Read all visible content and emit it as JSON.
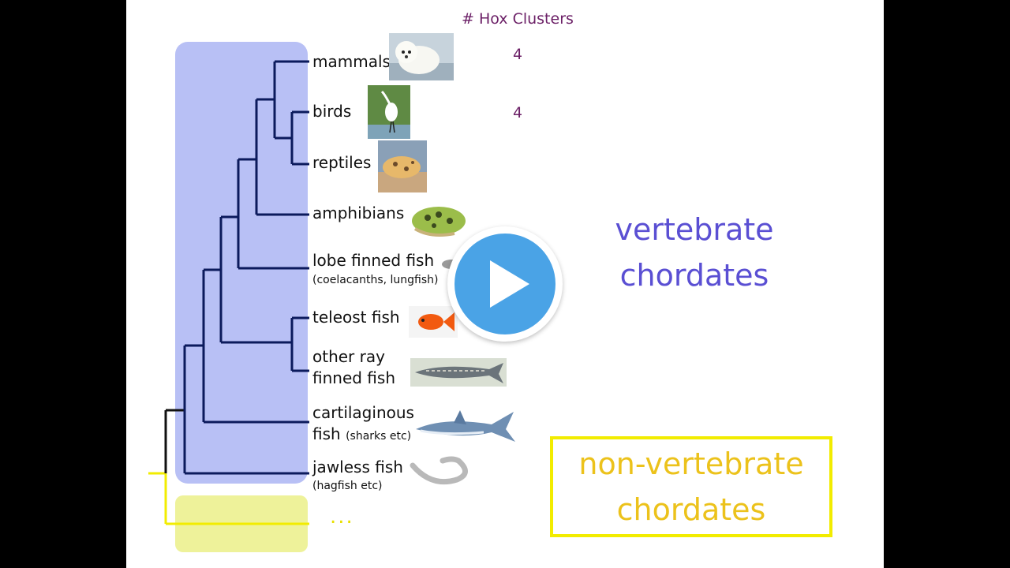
{
  "hox": {
    "header": "# Hox Clusters",
    "values": [
      "4",
      "4"
    ]
  },
  "taxa": [
    {
      "name": "mammals"
    },
    {
      "name": "birds"
    },
    {
      "name": "reptiles"
    },
    {
      "name": "amphibians"
    },
    {
      "name": "lobe finned fish",
      "note": "(coelacanths, lungfish)"
    },
    {
      "name": "teleost fish"
    },
    {
      "name": "other ray",
      "name2": "finned fish"
    },
    {
      "name": "cartilaginous",
      "name2": "fish",
      "note": "(sharks etc)"
    },
    {
      "name": "jawless fish",
      "note": "(hagfish etc)"
    }
  ],
  "groups": {
    "vertebrate_line1": "vertebrate",
    "vertebrate_line2": "chordates",
    "nonvertebrate_line1": "non-vertebrate",
    "nonvertebrate_line2": "chordates",
    "ellipsis": "..."
  },
  "colors": {
    "tree": "#0b1a5c",
    "vertebrate_box": "#b8c0f5",
    "nonvertebrate_box": "#eef29a",
    "vertebrate_text": "#5a4fd3",
    "nonvertebrate_text": "#ecc21b",
    "hox_text": "#6b1f66",
    "play_button": "#4aa3e6"
  },
  "icons": {
    "play": "play-button-icon"
  }
}
